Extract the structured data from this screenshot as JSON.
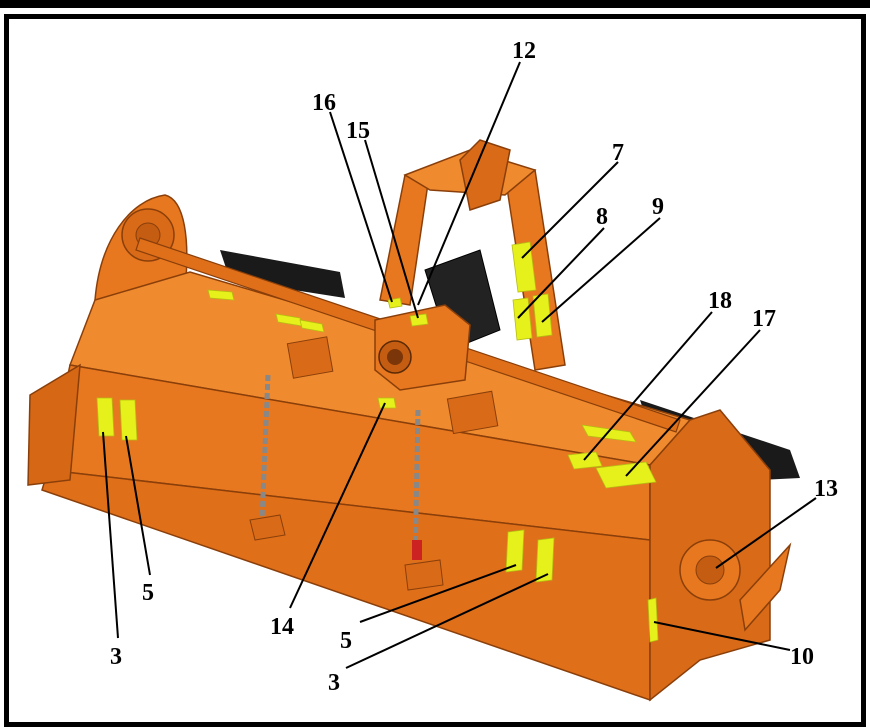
{
  "colors": {
    "body_orange": "#e8781f",
    "body_dark": "#c45d12",
    "body_light": "#f39a45",
    "decal_yellow": "#e6f01a",
    "frame_black": "#000000",
    "background": "#ffffff"
  },
  "callouts": [
    {
      "id": "12",
      "label": "12"
    },
    {
      "id": "16",
      "label": "16"
    },
    {
      "id": "15",
      "label": "15"
    },
    {
      "id": "7",
      "label": "7"
    },
    {
      "id": "8",
      "label": "8"
    },
    {
      "id": "9",
      "label": "9"
    },
    {
      "id": "18",
      "label": "18"
    },
    {
      "id": "17",
      "label": "17"
    },
    {
      "id": "13",
      "label": "13"
    },
    {
      "id": "10",
      "label": "10"
    },
    {
      "id": "5a",
      "label": "5"
    },
    {
      "id": "3a",
      "label": "3"
    },
    {
      "id": "14",
      "label": "14"
    },
    {
      "id": "5b",
      "label": "5"
    },
    {
      "id": "3b",
      "label": "3"
    }
  ]
}
